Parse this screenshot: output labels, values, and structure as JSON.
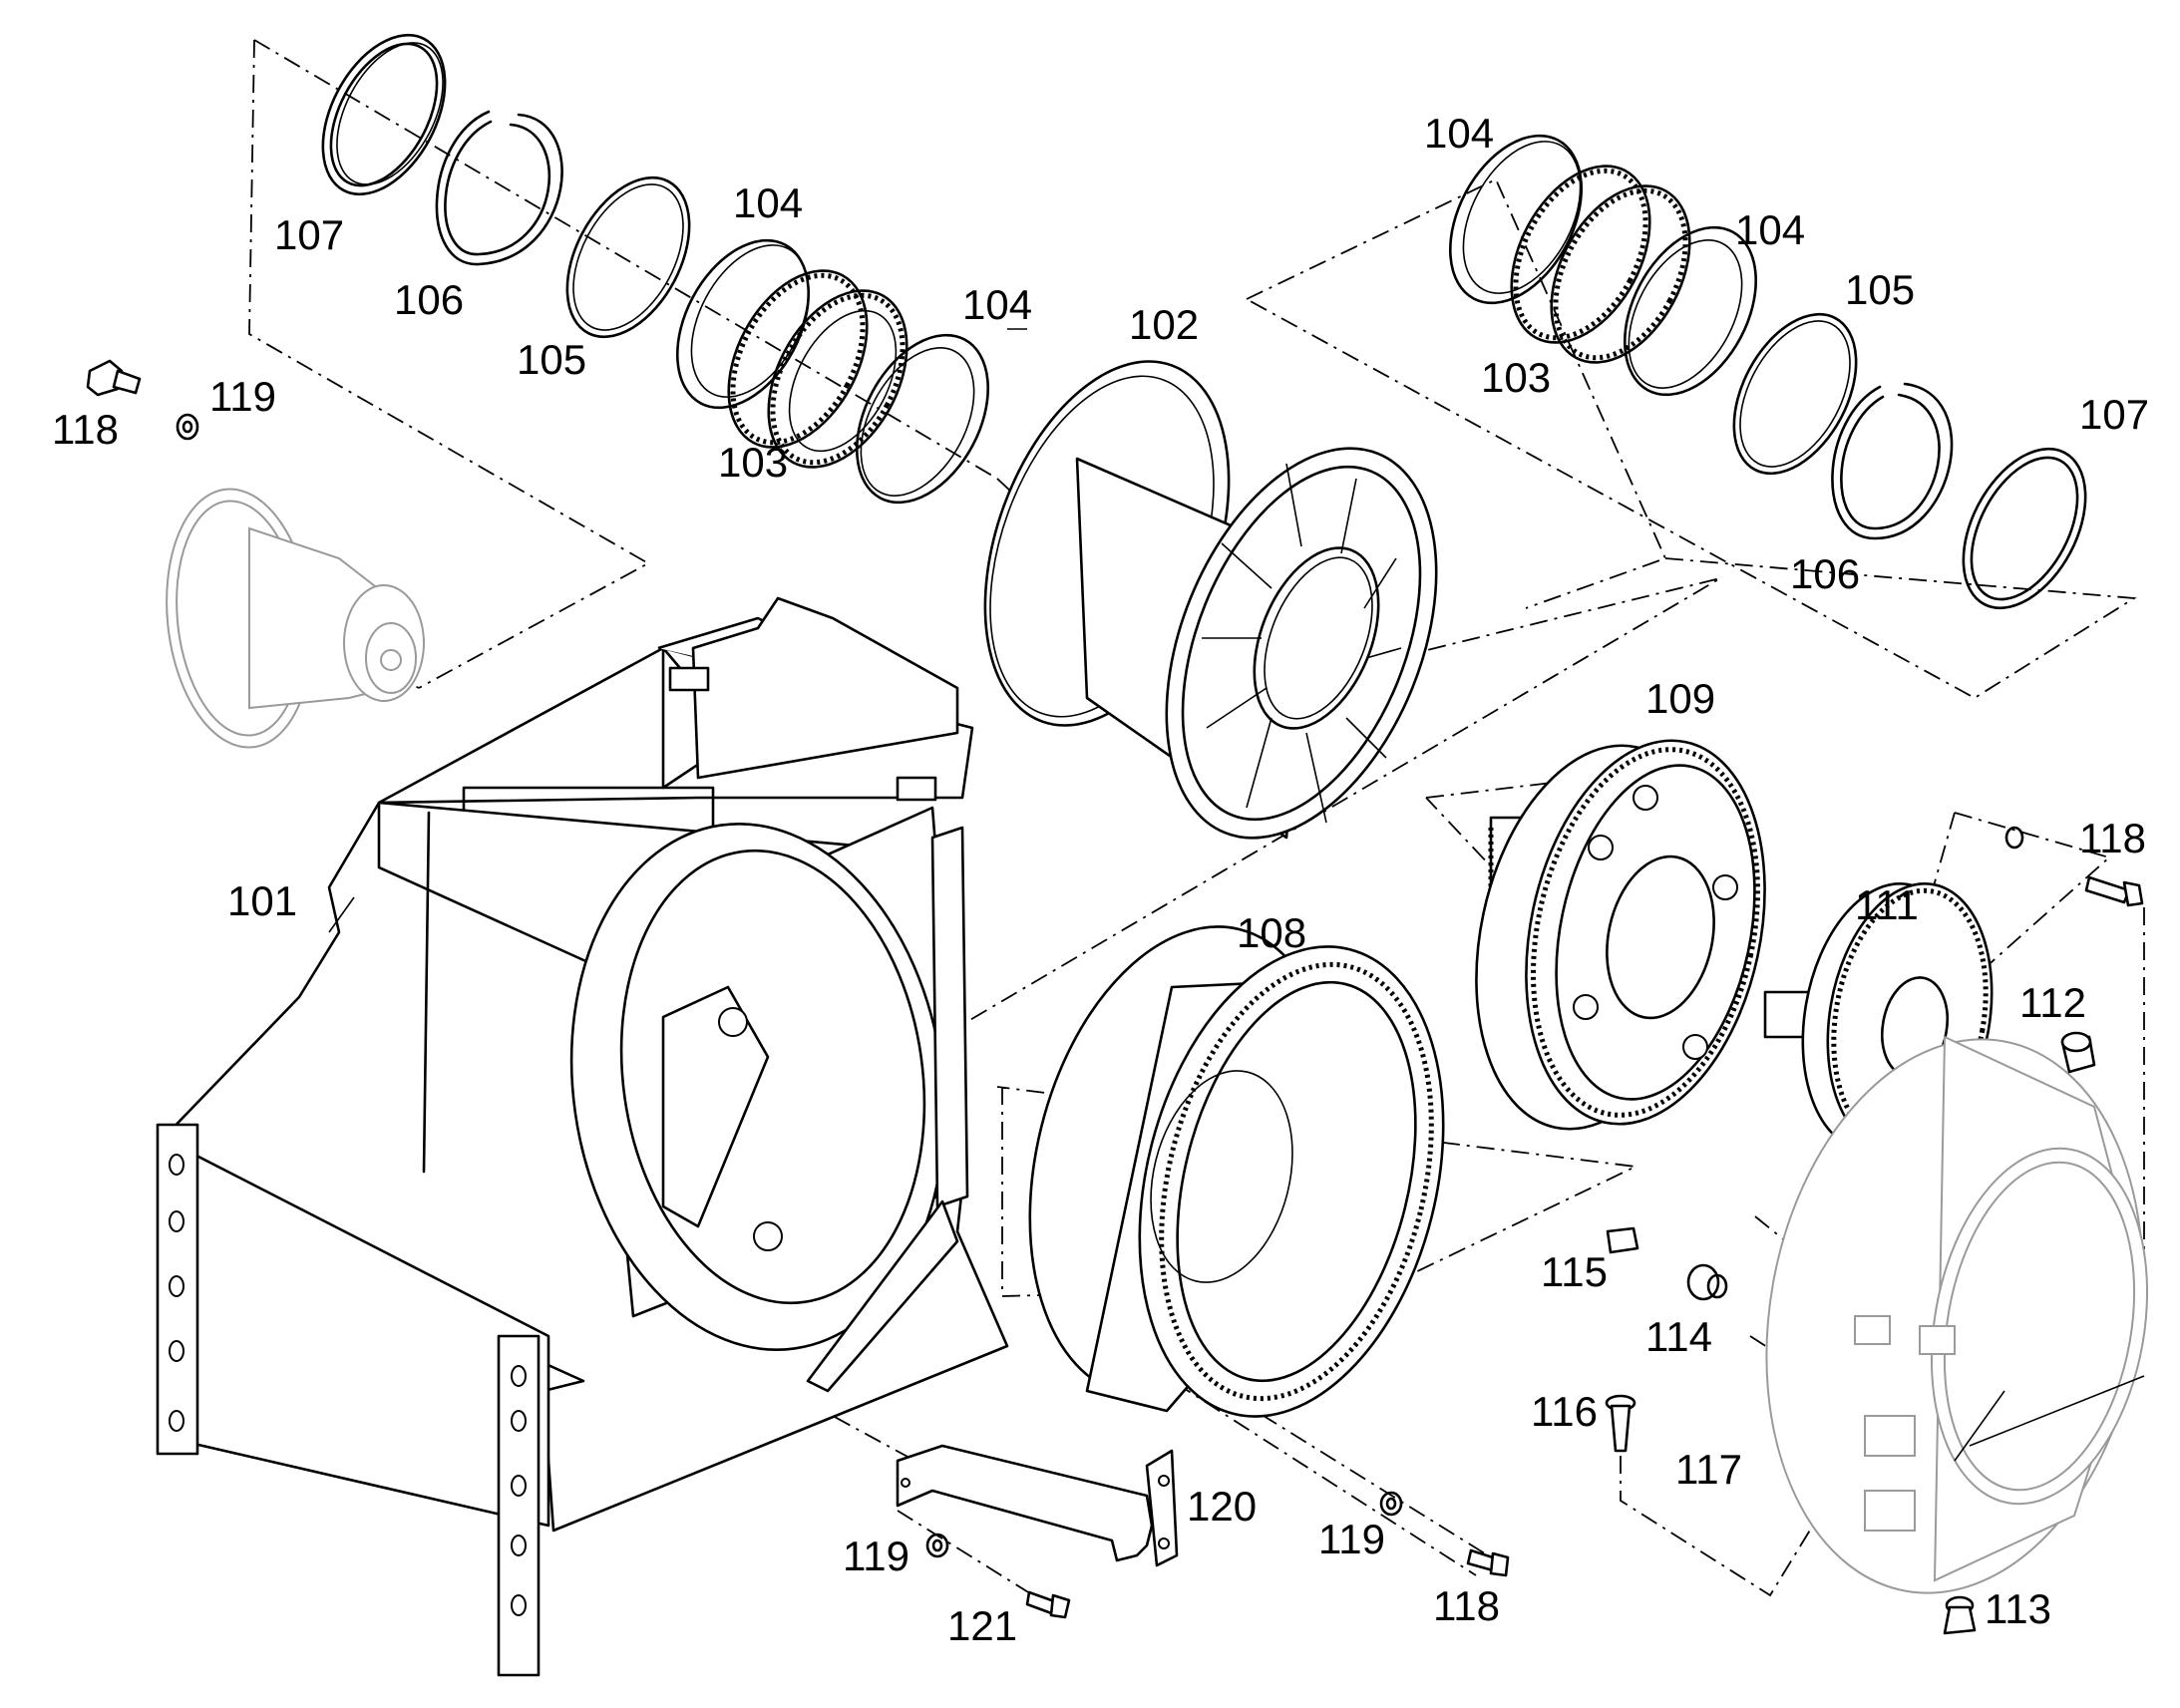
{
  "callouts": [
    {
      "id": "107a",
      "text": "107"
    },
    {
      "id": "106a",
      "text": "106"
    },
    {
      "id": "105a",
      "text": "105"
    },
    {
      "id": "104a",
      "text": "104"
    },
    {
      "id": "104b",
      "text": "104"
    },
    {
      "id": "103a",
      "text": "103"
    },
    {
      "id": "102",
      "text": "102"
    },
    {
      "id": "118a",
      "text": "118"
    },
    {
      "id": "119a",
      "text": "119"
    },
    {
      "id": "104c",
      "text": "104"
    },
    {
      "id": "104d",
      "text": "104"
    },
    {
      "id": "103b",
      "text": "103"
    },
    {
      "id": "105b",
      "text": "105"
    },
    {
      "id": "107b",
      "text": "107"
    },
    {
      "id": "106b",
      "text": "106"
    },
    {
      "id": "109",
      "text": "109"
    },
    {
      "id": "101",
      "text": "101"
    },
    {
      "id": "108",
      "text": "108"
    },
    {
      "id": "111",
      "text": "111"
    },
    {
      "id": "118b",
      "text": "118"
    },
    {
      "id": "112",
      "text": "112"
    },
    {
      "id": "115",
      "text": "115"
    },
    {
      "id": "114",
      "text": "114"
    },
    {
      "id": "116",
      "text": "116"
    },
    {
      "id": "117",
      "text": "117"
    },
    {
      "id": "120",
      "text": "120"
    },
    {
      "id": "119b",
      "text": "119"
    },
    {
      "id": "119c",
      "text": "119"
    },
    {
      "id": "118c",
      "text": "118"
    },
    {
      "id": "121",
      "text": "121"
    },
    {
      "id": "113",
      "text": "113"
    }
  ]
}
